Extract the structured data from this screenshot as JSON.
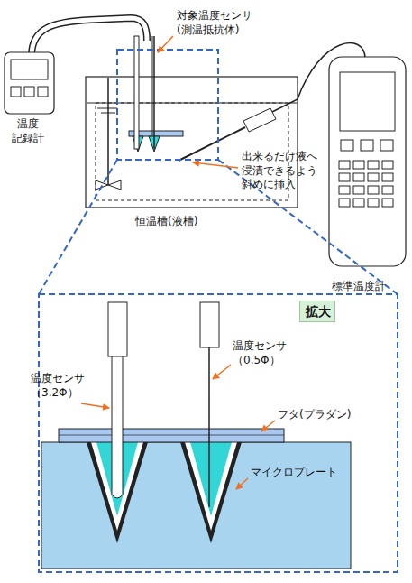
{
  "diagram": {
    "nodes": [
      {
        "text": [
          "拡大"
        ]
      }
    ],
    "labels": [
      "対象温度センサ (測温抵抗体)",
      "温度 記録計",
      "恒温槽(液槽)",
      "標準温度計",
      "出来るだけ液へ 浸漬できるよう 斜めに挿入",
      "温度センサ （3.2Φ）",
      "温度センサ （0.5Φ）",
      "フタ(プラダン)",
      "マイクロプレート"
    ]
  }
}
